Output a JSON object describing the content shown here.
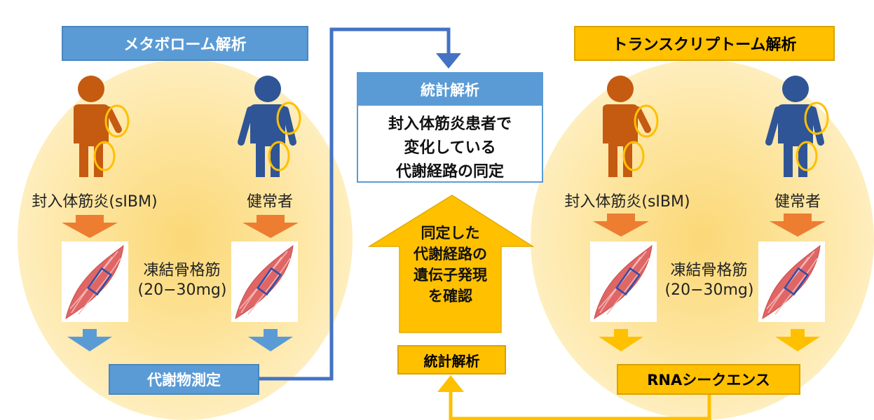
{
  "left_panel": {
    "title": "メタボローム解析",
    "patient_label": "封入体筋炎(sIBM)",
    "healthy_label": "健常者",
    "sample_label_line1": "凍結骨格筋",
    "sample_label_line2": "(20−30mg)",
    "measure_label": "代謝物測定"
  },
  "center": {
    "stats_title": "統計解析",
    "result_lines": [
      "封入体筋炎患者で",
      "変化している",
      "代謝経路の同定"
    ],
    "confirm_lines": [
      "同定した",
      "代謝経路の",
      "遺伝子発現",
      "を確認"
    ],
    "bottom_stats": "統計解析"
  },
  "right_panel": {
    "title": "トランスクリプトーム解析",
    "patient_label": "封入体筋炎(sIBM)",
    "healthy_label": "健常者",
    "sample_label_line1": "凍結骨格筋",
    "sample_label_line2": "(20−30mg)",
    "seq_label": "RNAシークエンス"
  },
  "colors": {
    "blue": "#5b9bd5",
    "gold": "#ffc000",
    "patient_orange": "#c55a11",
    "healthy_blue": "#2f5597",
    "muscle_red": "#e06666",
    "down_arrow_orange": "#ed7d31"
  },
  "icons": {
    "patient": "person-icon",
    "healthy": "person-icon",
    "muscle": "muscle-icon"
  }
}
